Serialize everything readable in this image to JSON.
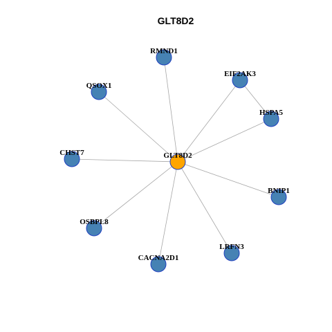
{
  "title": "GLT8D2",
  "colors": {
    "center_node": "#FFA500",
    "neighbor_node": "#4682B4",
    "node_border": "#1F3FBF",
    "edge": "#A6A6A6"
  },
  "nodes": [
    {
      "id": "GLT8D2",
      "label": "GLT8D2",
      "role": "center"
    },
    {
      "id": "RMND1",
      "label": "RMND1",
      "role": "neighbor"
    },
    {
      "id": "EIF2AK3",
      "label": "EIF2AK3",
      "role": "neighbor"
    },
    {
      "id": "QSOX1",
      "label": "QSOX1",
      "role": "neighbor"
    },
    {
      "id": "HSPA5",
      "label": "HSPA5",
      "role": "neighbor"
    },
    {
      "id": "CHST7",
      "label": "CHST7",
      "role": "neighbor"
    },
    {
      "id": "BNIP1",
      "label": "BNIP1",
      "role": "neighbor"
    },
    {
      "id": "OSBPL8",
      "label": "OSBPL8",
      "role": "neighbor"
    },
    {
      "id": "LRFN3",
      "label": "LRFN3",
      "role": "neighbor"
    },
    {
      "id": "CACNA2D1",
      "label": "CACNA2D1",
      "role": "neighbor"
    }
  ],
  "edges": [
    [
      "GLT8D2",
      "RMND1"
    ],
    [
      "GLT8D2",
      "EIF2AK3"
    ],
    [
      "GLT8D2",
      "QSOX1"
    ],
    [
      "GLT8D2",
      "HSPA5"
    ],
    [
      "GLT8D2",
      "CHST7"
    ],
    [
      "GLT8D2",
      "BNIP1"
    ],
    [
      "GLT8D2",
      "OSBPL8"
    ],
    [
      "GLT8D2",
      "LRFN3"
    ],
    [
      "GLT8D2",
      "CACNA2D1"
    ],
    [
      "EIF2AK3",
      "HSPA5"
    ]
  ]
}
